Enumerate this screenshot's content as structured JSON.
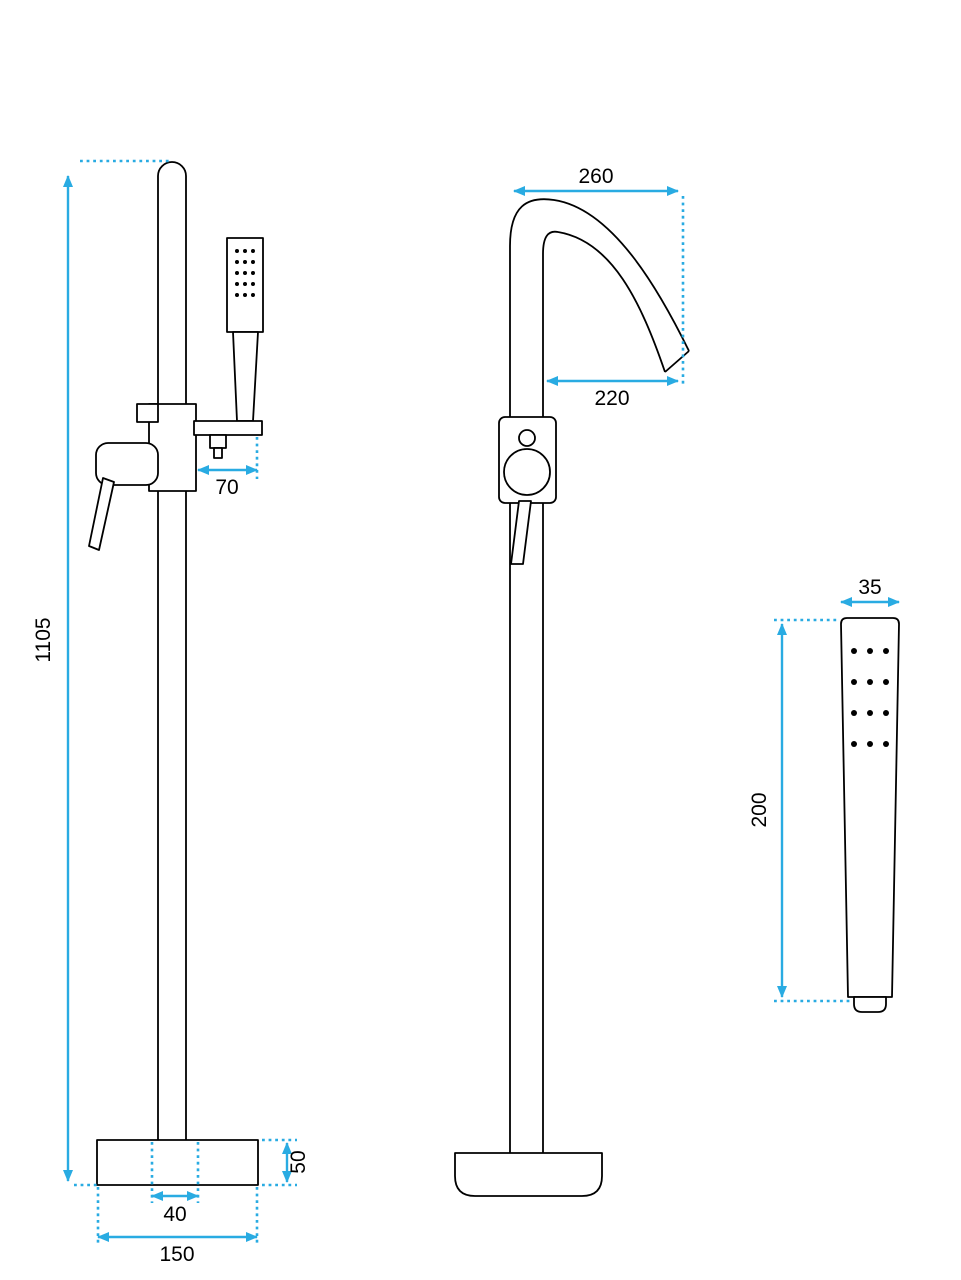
{
  "meta": {
    "title": "Freestanding bath mixer with hand shower - dimensional drawing"
  },
  "colors": {
    "dimension": "#29abe2",
    "line_art": "#000000",
    "background": "#ffffff"
  },
  "dimensions": {
    "total_height": "1105",
    "holder_offset": "70",
    "base_height": "50",
    "base_inner_width": "40",
    "base_width": "150",
    "spout_overall_width": "260",
    "spout_reach": "220",
    "handset_width": "35",
    "handset_length": "200"
  }
}
